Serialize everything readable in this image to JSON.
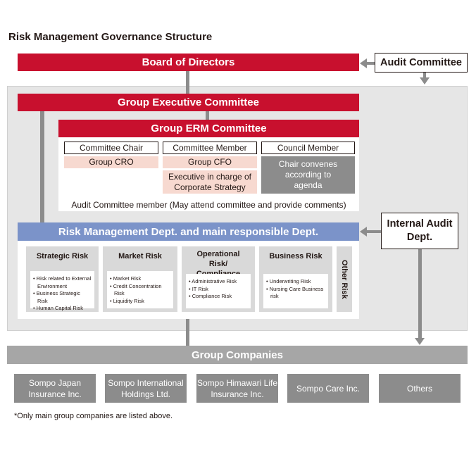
{
  "title": "Risk Management Governance Structure",
  "board": "Board of Directors",
  "audit_committee": "Audit Committee",
  "group_exec": "Group Executive Committee",
  "erm": {
    "title": "Group ERM Committee",
    "roles": [
      {
        "head": "Committee Chair",
        "body": "Group CRO"
      },
      {
        "head": "Committee Member",
        "body": "Group CFO",
        "extra": "Executive in charge of Corporate Strategy"
      },
      {
        "head": "Council Member",
        "body": "Chair convenes according to agenda"
      }
    ],
    "note": "Audit Committee member (May attend committee and provide comments)"
  },
  "risk_dept": "Risk Management Dept. and main responsible Dept.",
  "internal_audit": "Internal Audit Dept.",
  "risks": [
    {
      "title": "Strategic Risk",
      "items": [
        "• Risk related to External Environment",
        "• Business Strategic Risk",
        "• Human Capital Risk"
      ]
    },
    {
      "title": "Market Risk",
      "items": [
        "• Market Risk",
        "• Credit Concentration Risk",
        "• Liquidity Risk"
      ]
    },
    {
      "title": "Operational Risk/ Compliance Risk",
      "items": [
        "• Administrative Risk",
        "• IT Risk",
        "• Compliance Risk"
      ]
    },
    {
      "title": "Business Risk",
      "items": [
        "• Underwriting Risk",
        "• Nursing Care Business risk"
      ]
    }
  ],
  "other_risk": "Other Risk",
  "group_companies": "Group Companies",
  "companies": [
    "Sompo Japan Insurance Inc.",
    "Sompo International Holdings Ltd.",
    "Sompo Himawari Life Insurance Inc.",
    "Sompo Care Inc.",
    "Others"
  ],
  "footnote": "*Only main group companies are listed above.",
  "colors": {
    "red": "#c8102e",
    "blue": "#7b93c9",
    "gray": "#8c8c8c",
    "pink": "#f7d9d0"
  }
}
